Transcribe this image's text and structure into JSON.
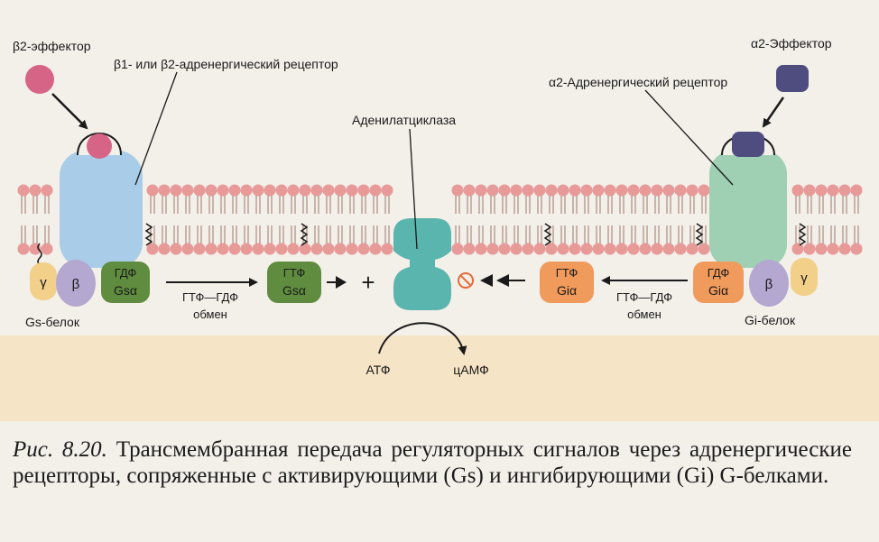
{
  "diagram": {
    "labels": {
      "beta2_effector": "β2-эффектор",
      "beta_receptor": "β1- или β2-адренергический рецептор",
      "adenylate_cyclase": "Аденилатциклаза",
      "alpha2_effector": "α2-Эффектор",
      "alpha2_receptor": "α2-Адренергический рецептор",
      "gamma": "γ",
      "beta": "β",
      "gdp": "ГДФ",
      "gtp": "ГТФ",
      "gs_alpha": "Gsα",
      "gi_alpha": "Giα",
      "gtp_gdp_exchange_1": "ГТФ—ГДФ",
      "exchange_1": "обмен",
      "gtp_gdp_exchange_2": "ГТФ—ГДФ",
      "exchange_2": "обмен",
      "gs_protein": "Gs-белок",
      "gi_protein": "Gi-белок",
      "atp": "АТФ",
      "camp": "цАМФ",
      "plus": "+",
      "inhibit": "⊘"
    },
    "colors": {
      "background": "#f3efe9",
      "band": "#f6e4c6",
      "lipid_head": "#e79a98",
      "beta_receptor": "#a9cde8",
      "alpha_receptor": "#9fd0b4",
      "beta2_effector": "#d66487",
      "alpha2_effector": "#4f4d7f",
      "adenylate_cyclase": "#59b5ad",
      "gs_alpha": "#5f8c3e",
      "gi_alpha": "#f09a5c",
      "gamma_subunit": "#f2d08a",
      "beta_subunit": "#b4a7d0"
    },
    "icons": [
      "arrow-right-icon",
      "arrow-left-icon",
      "plus-icon",
      "inhibit-icon",
      "curved-arrow-icon"
    ]
  },
  "caption": {
    "figure_number": "Рис. 8.20.",
    "text": " Трансмембранная передача регуляторных сигналов через адренергические рецепторы, сопряженные с активирующими (Gs) и ингибирующими (Gi) G-белками."
  }
}
